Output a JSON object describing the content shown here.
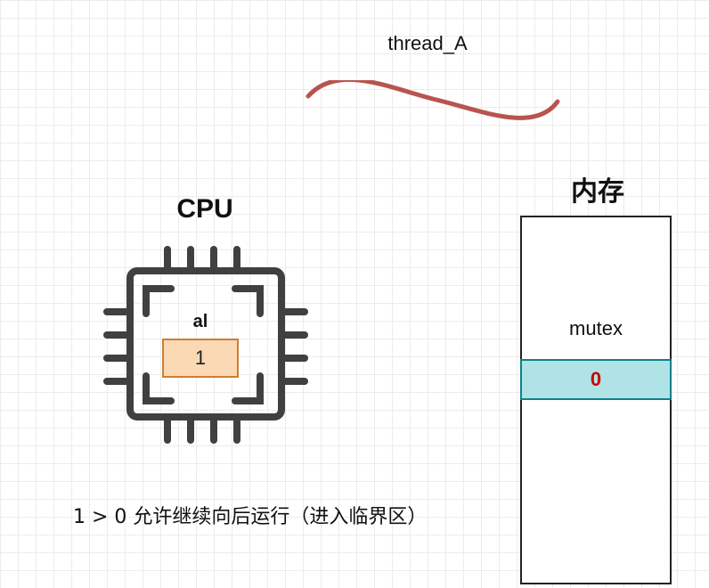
{
  "thread": {
    "label": "thread_A",
    "wave_color": "#b85450"
  },
  "cpu": {
    "title": "CPU",
    "chip_icon": "cpu-chip-icon",
    "chip_color": "#404040",
    "register": {
      "name": "al",
      "value": "1",
      "fill": "#fad9b4",
      "stroke": "#cd7f32"
    }
  },
  "memory": {
    "title": "内存",
    "variable": {
      "name": "mutex",
      "value": "0",
      "fill": "#b0e3e6",
      "stroke": "#0e8088",
      "value_color": "#cc0000"
    }
  },
  "caption": "1 > 0 允许继续向后运行（进入临界区）"
}
